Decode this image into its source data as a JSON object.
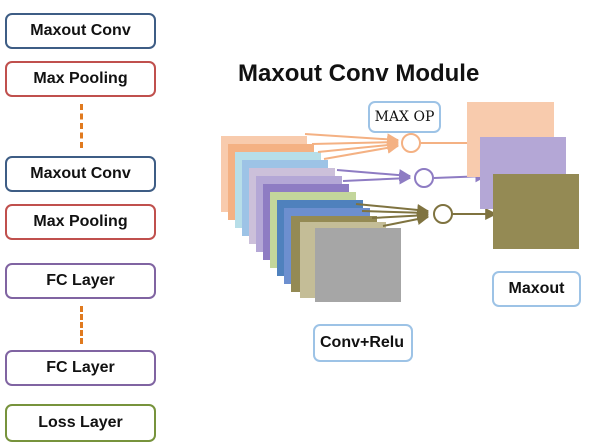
{
  "pipeline": {
    "blocks": [
      {
        "id": "maxout-conv-1",
        "label": "Maxout Conv",
        "kind": "conv"
      },
      {
        "id": "max-pooling-1",
        "label": "Max Pooling",
        "kind": "pool"
      },
      {
        "id": "maxout-conv-2",
        "label": "Maxout Conv",
        "kind": "conv"
      },
      {
        "id": "max-pooling-2",
        "label": "Max Pooling",
        "kind": "pool"
      },
      {
        "id": "fc-layer-1",
        "label": "FC Layer",
        "kind": "fc"
      },
      {
        "id": "fc-layer-2",
        "label": "FC Layer",
        "kind": "fc"
      },
      {
        "id": "loss-layer",
        "label": "Loss Layer",
        "kind": "loss"
      }
    ]
  },
  "module": {
    "title": "Maxout Conv Module",
    "max_op_label": "MAX OP",
    "maxout_label": "Maxout",
    "conv_relu_label": "Conv+Relu"
  },
  "colors": {
    "conv_border": "#3e5d85",
    "pool_border": "#c0504d",
    "fc_border": "#8064a2",
    "loss_border": "#77933c",
    "dash": "#e07a1f",
    "callout_border": "#9dc3e6",
    "group1": "#f8cbad",
    "group2": "#b4a7d6",
    "group3": "#948a54",
    "gray_map": "#a6a6a6"
  }
}
